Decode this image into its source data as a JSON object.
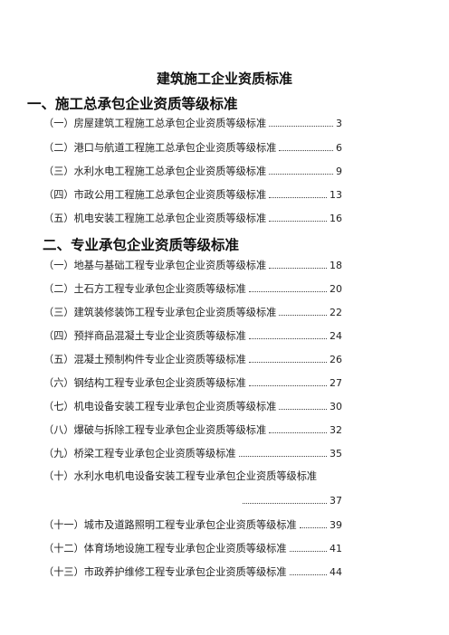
{
  "document": {
    "title": "建筑施工企业资质标准",
    "sections": [
      {
        "heading": "一、施工总承包企业资质等级标准",
        "entries": [
          {
            "label": "（一）房屋建筑工程施工总承包企业资质等级标准",
            "page": "3"
          },
          {
            "label": "（二）港口与航道工程施工总承包企业资质等级标准",
            "page": "6"
          },
          {
            "label": "（三）水利水电工程施工总承包企业资质等级标准",
            "page": "9"
          },
          {
            "label": "（四）市政公用工程施工总承包企业资质等级标准",
            "page": "13"
          },
          {
            "label": "（五）机电安装工程施工总承包企业资质等级标准",
            "page": "16"
          }
        ]
      },
      {
        "heading": "二、专业承包企业资质等级标准",
        "entries": [
          {
            "label": "（一）地基与基础工程专业承包企业资质等级标准",
            "page": "18"
          },
          {
            "label": "（二）土石方工程专业承包企业资质等级标准",
            "page": "20"
          },
          {
            "label": "（三）建筑装修装饰工程专业承包企业资质等级标准",
            "page": "22"
          },
          {
            "label": "（四）预拌商品混凝土专业企业资质等级标准",
            "page": "24"
          },
          {
            "label": "（五）混凝土预制构件专业企业资质等级标准",
            "page": "26"
          },
          {
            "label": "（六）钢结构工程专业承包企业资质等级标准",
            "page": "27"
          },
          {
            "label": "（七）机电设备安装工程专业承包企业资质等级标准",
            "page": "30"
          },
          {
            "label": "（八）爆破与拆除工程专业承包企业资质等级标准",
            "page": "32"
          },
          {
            "label": "（九）桥梁工程专业承包企业资质等级标准",
            "page": "35"
          },
          {
            "label": "（十）水利水电机电设备安装工程专业承包企业资质等级标准",
            "page": "37"
          },
          {
            "label": "（十一）城市及道路照明工程专业承包企业资质等级标准",
            "page": "39"
          },
          {
            "label": "（十二）体育场地设施工程专业承包企业资质等级标准",
            "page": "41"
          },
          {
            "label": "（十三）市政养护维修工程专业承包企业资质等级标准",
            "page": "44"
          }
        ]
      }
    ]
  }
}
